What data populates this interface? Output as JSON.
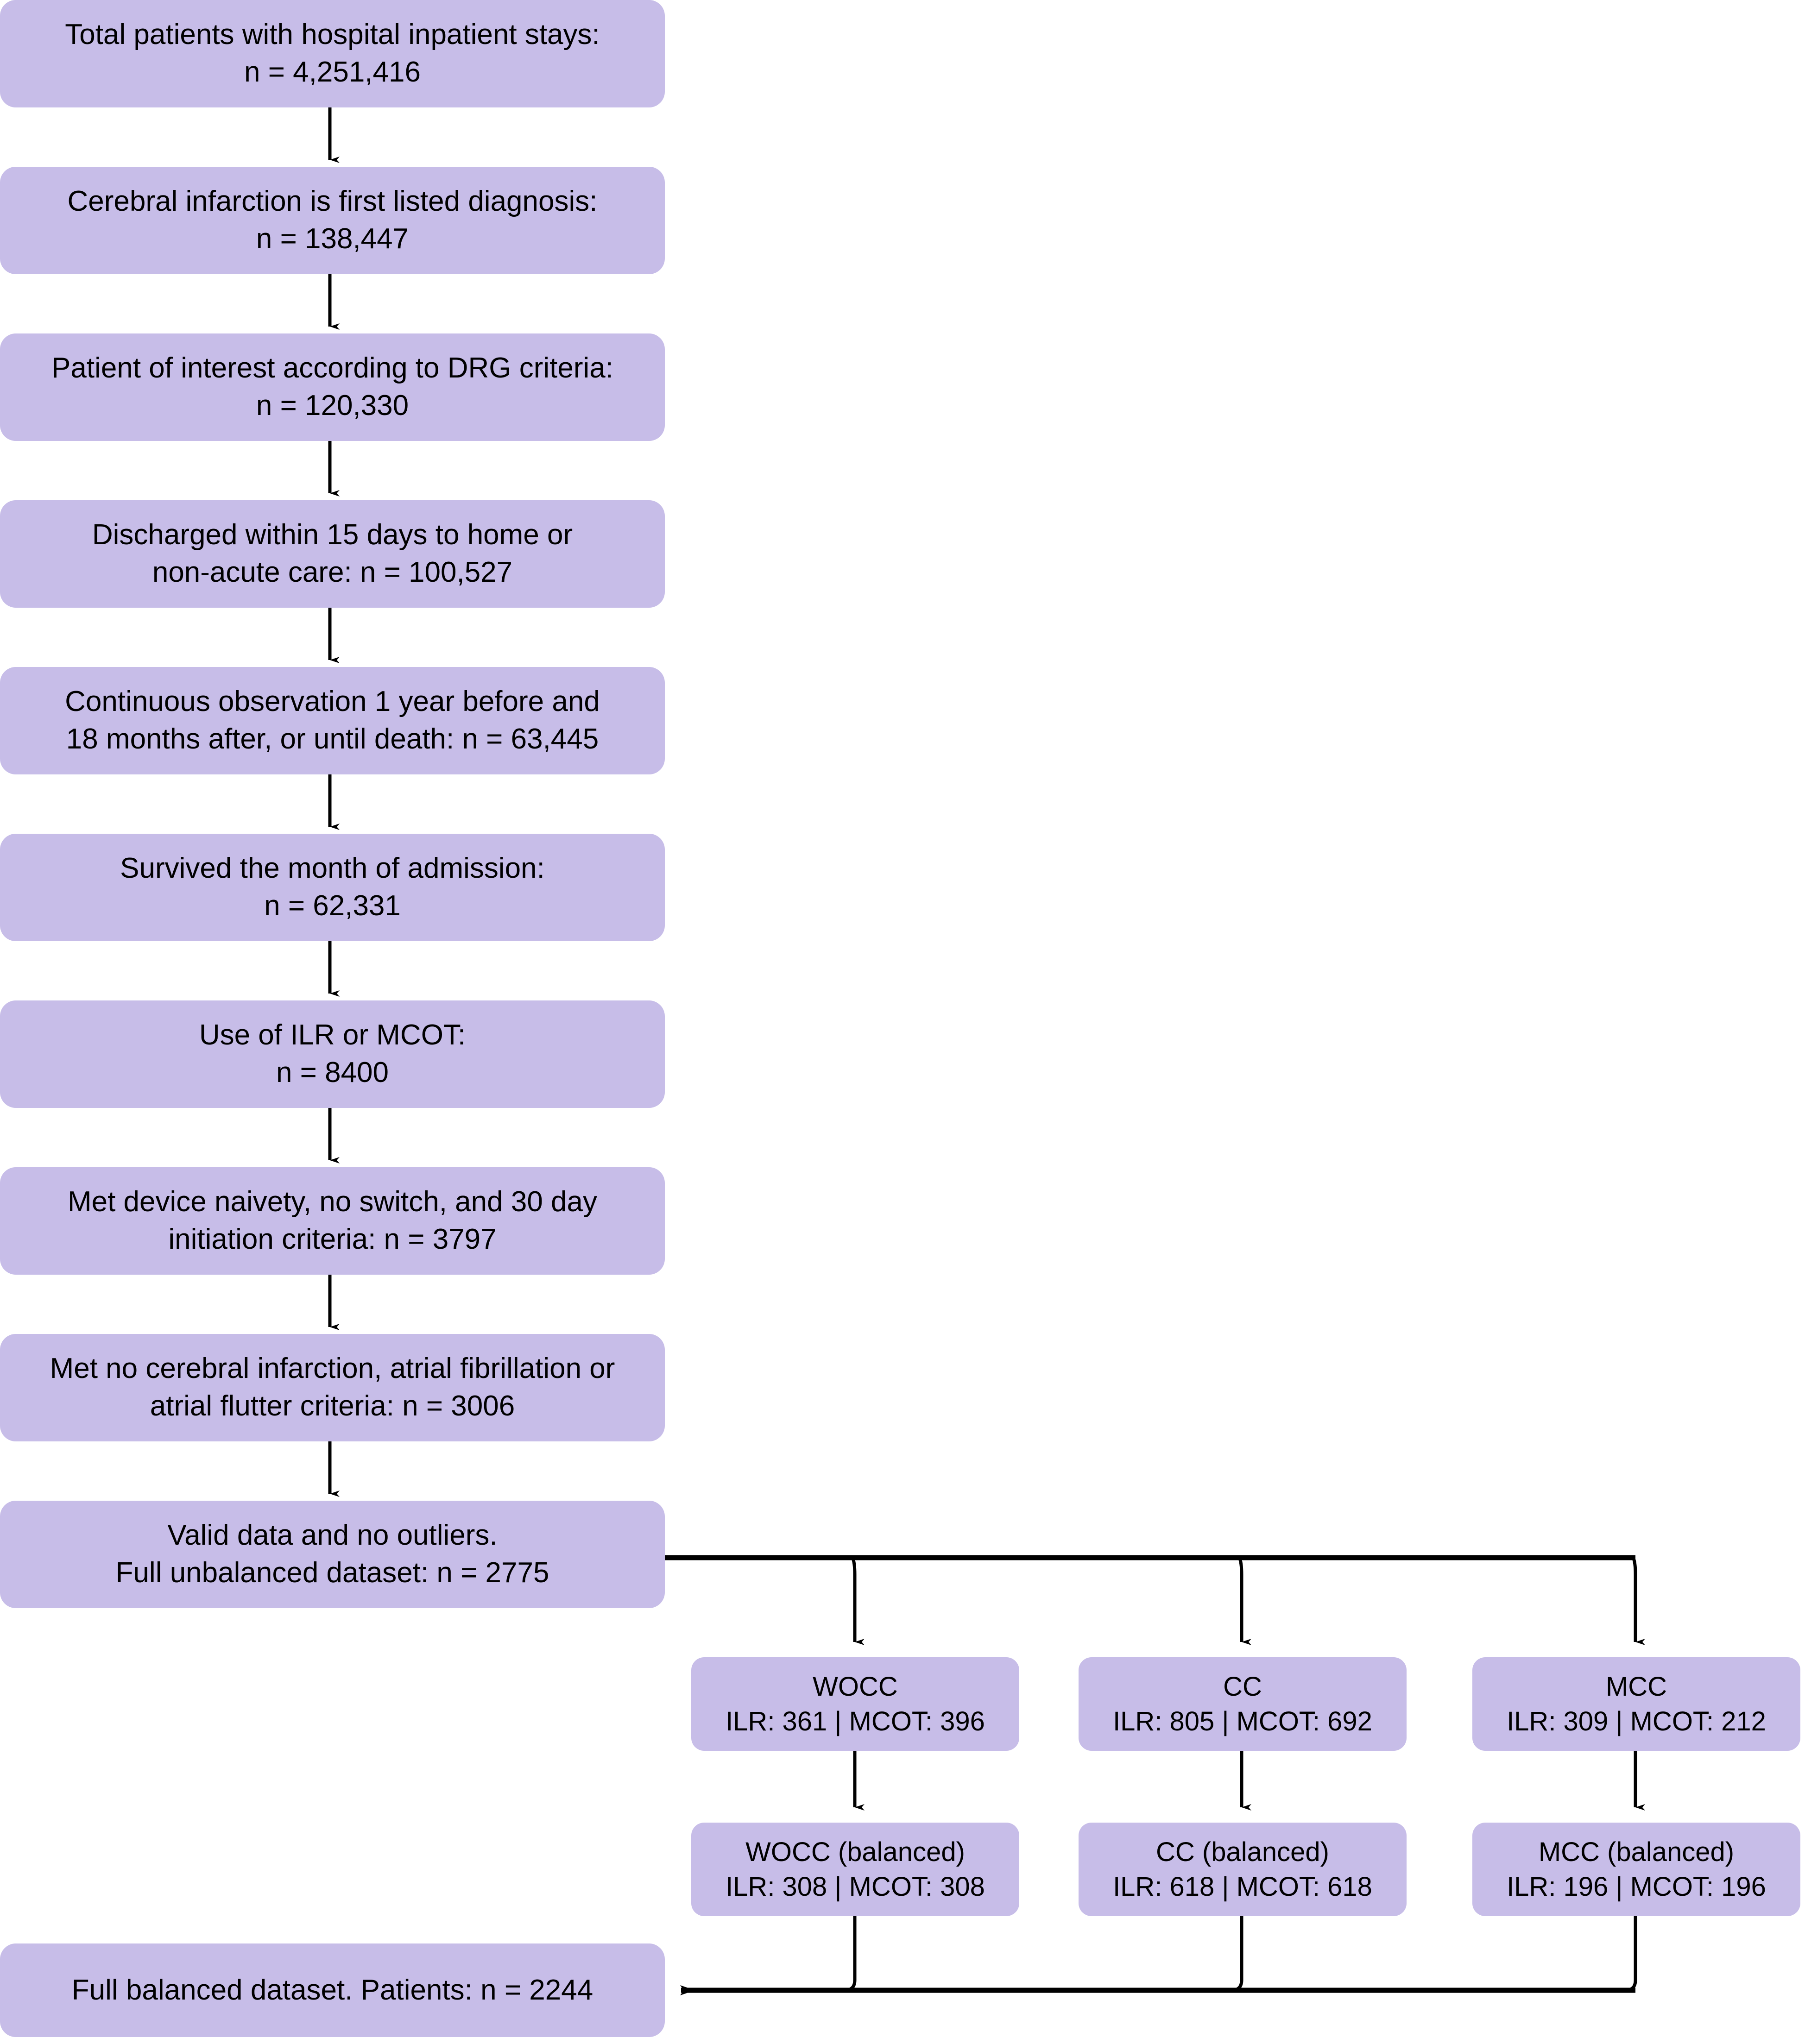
{
  "figure": {
    "type": "flowchart",
    "kind": "patient-cohort-selection-flow-diagram",
    "box_fill_color": "#c7bde8",
    "connector_color": "#000000",
    "background_color": "#ffffff"
  },
  "main_flow": [
    {
      "id": "total-patients",
      "line1": "Total patients with hospital inpatient stays:",
      "line2": "n = 4,251,416",
      "n": 4251416
    },
    {
      "id": "cerebral-infarction-first-listed",
      "line1": "Cerebral infarction is first listed diagnosis:",
      "line2": "n = 138,447",
      "n": 138447
    },
    {
      "id": "drg-criteria",
      "line1": "Patient of interest according to DRG criteria:",
      "line2": "n = 120,330",
      "n": 120330
    },
    {
      "id": "discharged-15-days",
      "line1": "Discharged within 15 days to home or",
      "line2": "non-acute care: n = 100,527",
      "n": 100527
    },
    {
      "id": "continuous-observation",
      "line1": "Continuous observation 1 year before and",
      "line2": "18 months after, or until death: n = 63,445",
      "n": 63445
    },
    {
      "id": "survived-month-of-admission",
      "line1": "Survived the month of admission:",
      "line2": "n = 62,331",
      "n": 62331
    },
    {
      "id": "use-of-ilr-or-mcot",
      "line1": "Use of ILR or MCOT:",
      "line2": "n = 8400",
      "n": 8400
    },
    {
      "id": "device-naivety",
      "line1": "Met device naivety, no switch, and 30 day",
      "line2": "initiation criteria: n = 3797",
      "n": 3797
    },
    {
      "id": "no-cerebral-infarction-af-aflutter",
      "line1": "Met no cerebral infarction, atrial fibrillation or",
      "line2": "atrial flutter criteria: n = 3006",
      "n": 3006
    },
    {
      "id": "valid-data-unbalanced",
      "line1": "Valid data and no outliers.",
      "line2": "Full unbalanced dataset: n = 2775",
      "n": 2775
    }
  ],
  "unbalanced_groups": [
    {
      "id": "wocc",
      "label": "WOCC",
      "counts": "ILR: 361 | MCOT: 396",
      "ilr": 361,
      "mcot": 396
    },
    {
      "id": "cc",
      "label": "CC",
      "counts": "ILR: 805 | MCOT: 692",
      "ilr": 805,
      "mcot": 692
    },
    {
      "id": "mcc",
      "label": "MCC",
      "counts": "ILR: 309 | MCOT: 212",
      "ilr": 309,
      "mcot": 212
    }
  ],
  "balanced_groups": [
    {
      "id": "wocc-balanced",
      "label": "WOCC (balanced)",
      "counts": "ILR: 308 | MCOT: 308",
      "ilr": 308,
      "mcot": 308
    },
    {
      "id": "cc-balanced",
      "label": "CC (balanced)",
      "counts": "ILR: 618 | MCOT: 618",
      "ilr": 618,
      "mcot": 618
    },
    {
      "id": "mcc-balanced",
      "label": "MCC (balanced)",
      "counts": "ILR: 196 | MCOT: 196",
      "ilr": 196,
      "mcot": 196
    }
  ],
  "final_node": {
    "id": "full-balanced-dataset",
    "line1": "Full balanced dataset. Patients: n = 2244",
    "n": 2244
  }
}
